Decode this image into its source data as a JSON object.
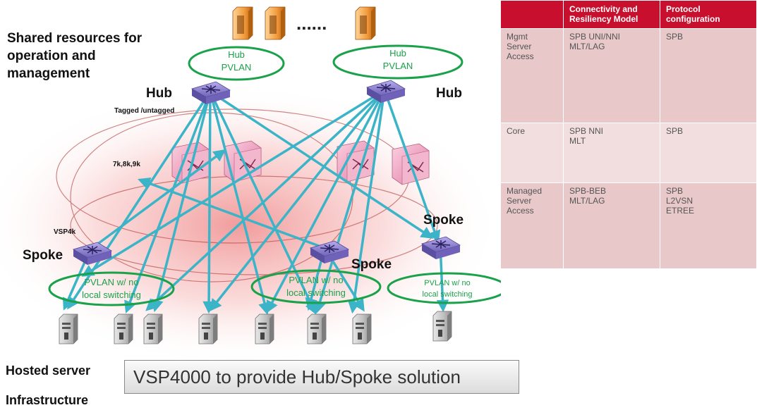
{
  "labels": {
    "shared_resources": "Shared resources for\noperation and\nmanagement",
    "hub_left": "Hub",
    "hub_right": "Hub",
    "tagged": "Tagged /untagged",
    "speeds": "7k,8k,9k",
    "vsp4k": "VSP4k",
    "spoke_left": "Spoke",
    "spoke_mid": "Spoke",
    "spoke_right": "Spoke",
    "hosted_server": "Hosted server",
    "infrastructure": "Infrastructure",
    "dots": "......"
  },
  "ovals": {
    "hub_left_1": "Hub",
    "hub_left_2": "PVLAN",
    "hub_right_1": "Hub",
    "hub_right_2": "PVLAN",
    "pvlan_left_1": "PVLAN w/ no",
    "pvlan_left_2": "local switching",
    "pvlan_mid_1": "PVLAN w/ no",
    "pvlan_mid_2": "local switching",
    "pvlan_right_1": "PVLAN w/ no",
    "pvlan_right_2": "local switching"
  },
  "banner": "VSP4000 to provide Hub/Spoke solution",
  "table": {
    "headers": [
      "",
      "Connectivity and\nResiliency Model",
      "Protocol\nconfiguration"
    ],
    "rows": [
      {
        "role": "Mgmt\nServer\nAccess",
        "model": "SPB UNI/NNI\nMLT/LAG",
        "protocol": "SPB"
      },
      {
        "role": "Core",
        "model": "SPB NNI\nMLT",
        "protocol": "SPB"
      },
      {
        "role": "Managed\nServer\nAccess",
        "model": "SPB-BEB\nMLT/LAG",
        "protocol": "SPB\nL2VSN\nETREE"
      }
    ]
  },
  "colors": {
    "header_red": "#c8102e",
    "link_cyan": "#3bb4c8",
    "oval_green": "#1aa24a",
    "switch_purple": "#8a7fd0",
    "core_pink": "#f1a3c0"
  }
}
